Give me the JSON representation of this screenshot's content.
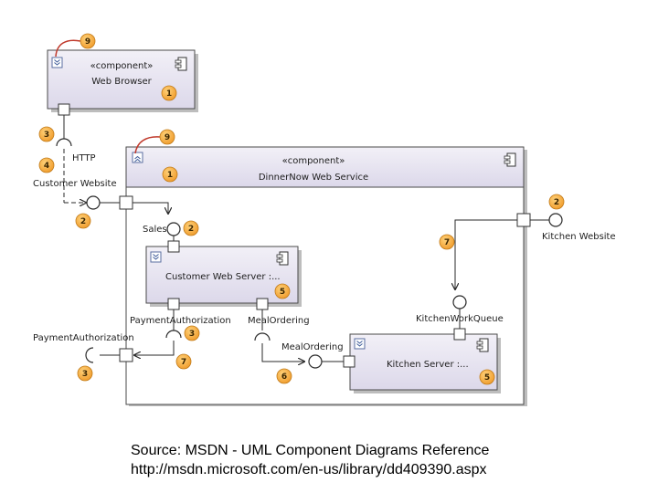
{
  "diagram": {
    "components": {
      "web_browser": {
        "stereotype": "«component»",
        "name": "Web Browser"
      },
      "dinnernow": {
        "stereotype": "«component»",
        "name": "DinnerNow Web Service"
      },
      "customer_server": {
        "name": "Customer Web Server :..."
      },
      "kitchen_server": {
        "name": "Kitchen Server :..."
      }
    },
    "labels": {
      "http": "HTTP",
      "customer_website": "Customer Website",
      "sales": "Sales",
      "kitchen_website": "Kitchen Website",
      "payment_authorization_inner": "PaymentAuthorization",
      "meal_ordering_port": "MealOrdering",
      "kitchen_work_queue": "KitchenWorkQueue",
      "payment_authorization_outer": "PaymentAuthorization",
      "meal_ordering_lower": "MealOrdering"
    },
    "badges": {
      "b1": "9",
      "b2": "1",
      "b3": "3",
      "b4": "4",
      "b5": "2",
      "b6": "9",
      "b7": "1",
      "b8": "2",
      "b9": "2",
      "b10": "7",
      "b11": "5",
      "b12": "3",
      "b13": "7",
      "b14": "3",
      "b15": "6",
      "b16": "5"
    },
    "colors": {
      "badge_fill": "#f4a43a",
      "component_fill": "#e6e3f0",
      "line": "#2a2a2a"
    }
  },
  "caption": {
    "line1": "Source:  MSDN -  UML Component Diagrams Reference",
    "line2": "http://msdn.microsoft.com/en-us/library/dd409390.aspx"
  }
}
